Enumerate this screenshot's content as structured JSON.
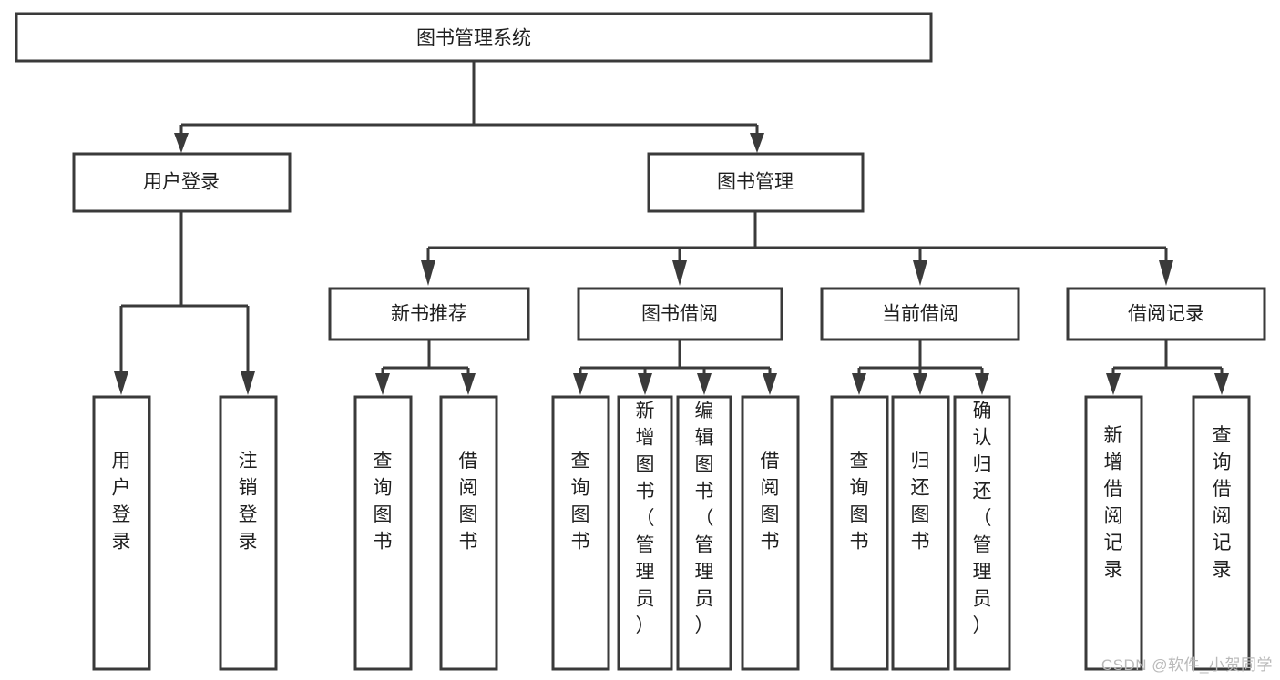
{
  "diagram": {
    "type": "tree-hierarchy-chart",
    "title_node": {
      "label": "图书管理系统"
    },
    "level2": [
      {
        "id": "user-login",
        "label": "用户登录"
      },
      {
        "id": "book-management",
        "label": "图书管理"
      }
    ],
    "level3": [
      {
        "id": "new-book-recommend",
        "label": "新书推荐",
        "parent": "book-management"
      },
      {
        "id": "book-borrow",
        "label": "图书借阅",
        "parent": "book-management"
      },
      {
        "id": "current-borrow",
        "label": "当前借阅",
        "parent": "book-management"
      },
      {
        "id": "borrow-record",
        "label": "借阅记录",
        "parent": "book-management"
      }
    ],
    "leaves": [
      {
        "id": "leaf-user-login",
        "label": "用户登录",
        "parent": "user-login"
      },
      {
        "id": "leaf-logout-login",
        "label": "注销登录",
        "parent": "user-login"
      },
      {
        "id": "leaf-query-book-1",
        "label": "查询图书",
        "parent": "new-book-recommend"
      },
      {
        "id": "leaf-borrow-book-1",
        "label": "借阅图书",
        "parent": "new-book-recommend"
      },
      {
        "id": "leaf-query-book-2",
        "label": "查询图书",
        "parent": "book-borrow"
      },
      {
        "id": "leaf-add-book",
        "label": "新增图书（管理员）",
        "parent": "book-borrow"
      },
      {
        "id": "leaf-edit-book",
        "label": "编辑图书（管理员）",
        "parent": "book-borrow"
      },
      {
        "id": "leaf-borrow-book-2",
        "label": "借阅图书",
        "parent": "book-borrow"
      },
      {
        "id": "leaf-query-book-3",
        "label": "查询图书",
        "parent": "current-borrow"
      },
      {
        "id": "leaf-return-book",
        "label": "归还图书",
        "parent": "current-borrow"
      },
      {
        "id": "leaf-confirm-return",
        "label": "确认归还（管理员）",
        "parent": "current-borrow"
      },
      {
        "id": "leaf-add-record",
        "label": "新增借阅记录",
        "parent": "borrow-record"
      },
      {
        "id": "leaf-query-record",
        "label": "查询借阅记录",
        "parent": "borrow-record"
      }
    ],
    "colors": {
      "box_stroke": "#3a3a3a",
      "box_fill": "#ffffff",
      "text": "#1f1f1f",
      "connector": "#3a3a3a",
      "watermark": "#b9b9b9",
      "background": "#ffffff"
    }
  },
  "watermark": {
    "text": "CSDN @软件_小贺同学"
  }
}
